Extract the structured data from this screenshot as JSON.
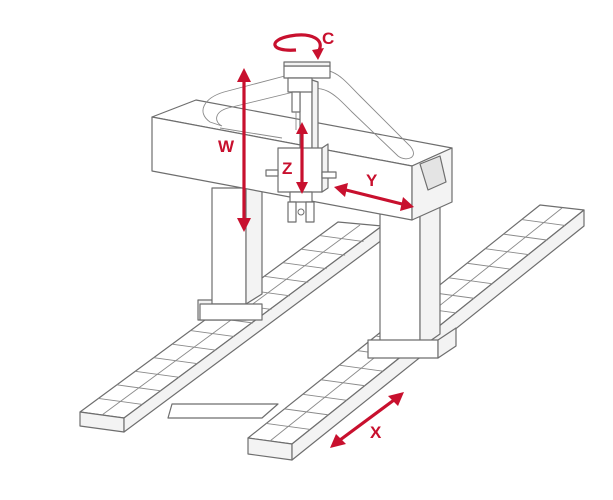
{
  "axes": {
    "c_label": "C",
    "w_label": "W",
    "z_label": "Z",
    "y_label": "Y",
    "x_label": "X"
  },
  "colors": {
    "axis_red": "#c8102e",
    "line_gray": "#6e6e6e",
    "fill_white": "#ffffff",
    "fill_shade": "#f3f3f3"
  }
}
